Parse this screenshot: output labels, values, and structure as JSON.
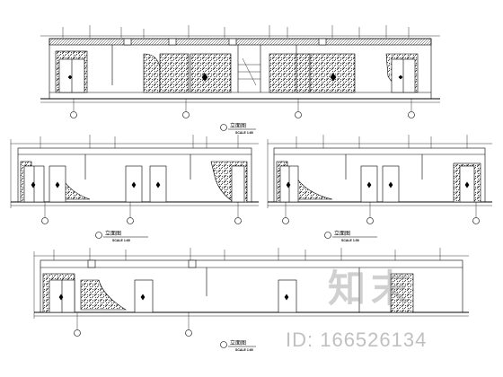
{
  "drawing": {
    "elevations": [
      {
        "id": "A",
        "title": "立面图",
        "scale": "SCALE 1:60"
      },
      {
        "id": "B",
        "title": "立面图",
        "scale": "SCALE 1:60"
      },
      {
        "id": "C",
        "title": "立面图",
        "scale": "SCALE 1:50"
      },
      {
        "id": "D",
        "title": "立面图",
        "scale": "SCALE 1:60"
      }
    ]
  },
  "watermark": {
    "logo_text": "知末",
    "id_text": "ID: 166526134"
  },
  "colors": {
    "line": "#000000",
    "paper": "#ffffff",
    "watermark": "#999999"
  }
}
